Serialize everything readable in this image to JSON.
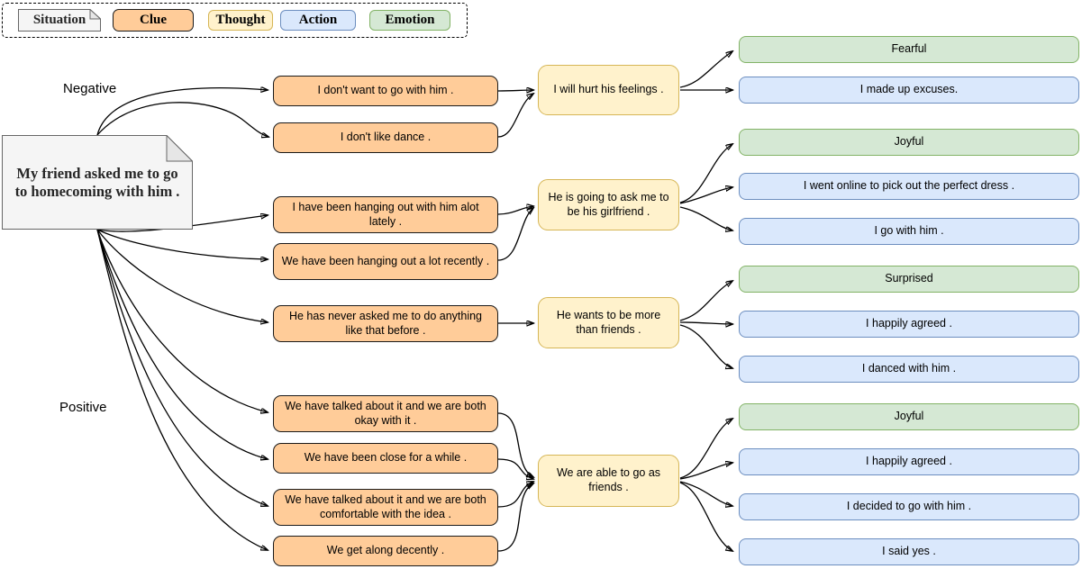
{
  "legend": {
    "items": [
      {
        "type": "situation",
        "label": "Situation"
      },
      {
        "type": "clue",
        "label": "Clue"
      },
      {
        "type": "thought",
        "label": "Thought"
      },
      {
        "type": "action",
        "label": "Action"
      },
      {
        "type": "emotion",
        "label": "Emotion"
      }
    ]
  },
  "situation": {
    "text": "My friend asked me to go to homecoming with him ."
  },
  "branch_labels": {
    "negative": "Negative",
    "positive": "Positive"
  },
  "clues": [
    "I don't want to go with him .",
    "I don't  like dance .",
    "I have been hanging out with him alot lately .",
    "We have been hanging out a lot recently .",
    "He has never asked me to do anything like that before .",
    "We have talked about it and we are both okay with it .",
    "We have been close for a while .",
    "We have talked about it and we are both comfortable with the idea .",
    "We get along decently ."
  ],
  "thoughts": [
    "I will hurt his feelings .",
    "He is going to ask me to be his girlfriend .",
    "He wants to be more than friends .",
    "We are able to go as friends ."
  ],
  "outcomes": [
    {
      "type": "emotion",
      "text": "Fearful"
    },
    {
      "type": "action",
      "text": "I made up excuses."
    },
    {
      "type": "emotion",
      "text": "Joyful"
    },
    {
      "type": "action",
      "text": "I went online to pick out the perfect dress ."
    },
    {
      "type": "action",
      "text": "I go with him ."
    },
    {
      "type": "emotion",
      "text": "Surprised"
    },
    {
      "type": "action",
      "text": "I happily agreed ."
    },
    {
      "type": "action",
      "text": "I danced with him ."
    },
    {
      "type": "emotion",
      "text": "Joyful"
    },
    {
      "type": "action",
      "text": "I happily agreed ."
    },
    {
      "type": "action",
      "text": "I decided to go with him ."
    },
    {
      "type": "action",
      "text": "I said yes ."
    }
  ],
  "structure": [
    {
      "branch": "Negative",
      "clues": [
        0,
        1
      ],
      "thought": 0,
      "outcomes": [
        0,
        1
      ]
    },
    {
      "branch": "Negative",
      "clues": [
        2,
        3
      ],
      "thought": 1,
      "outcomes": [
        2,
        3,
        4
      ]
    },
    {
      "branch": "Negative",
      "clues": [
        4
      ],
      "thought": 2,
      "outcomes": [
        5,
        6,
        7
      ]
    },
    {
      "branch": "Positive",
      "clues": [
        5,
        6,
        7,
        8
      ],
      "thought": 3,
      "outcomes": [
        8,
        9,
        10,
        11
      ]
    }
  ],
  "colors": {
    "clue_fill": "#FFCC99",
    "clue_border": "#1a1a1a",
    "thought_fill": "#FFF2CC",
    "thought_border": "#D6B656",
    "action_fill": "#DAE8FC",
    "action_border": "#6C8EBF",
    "emotion_fill": "#D5E8D4",
    "emotion_border": "#82B366",
    "situation_fill": "#F5F5F5",
    "situation_border": "#666666"
  }
}
